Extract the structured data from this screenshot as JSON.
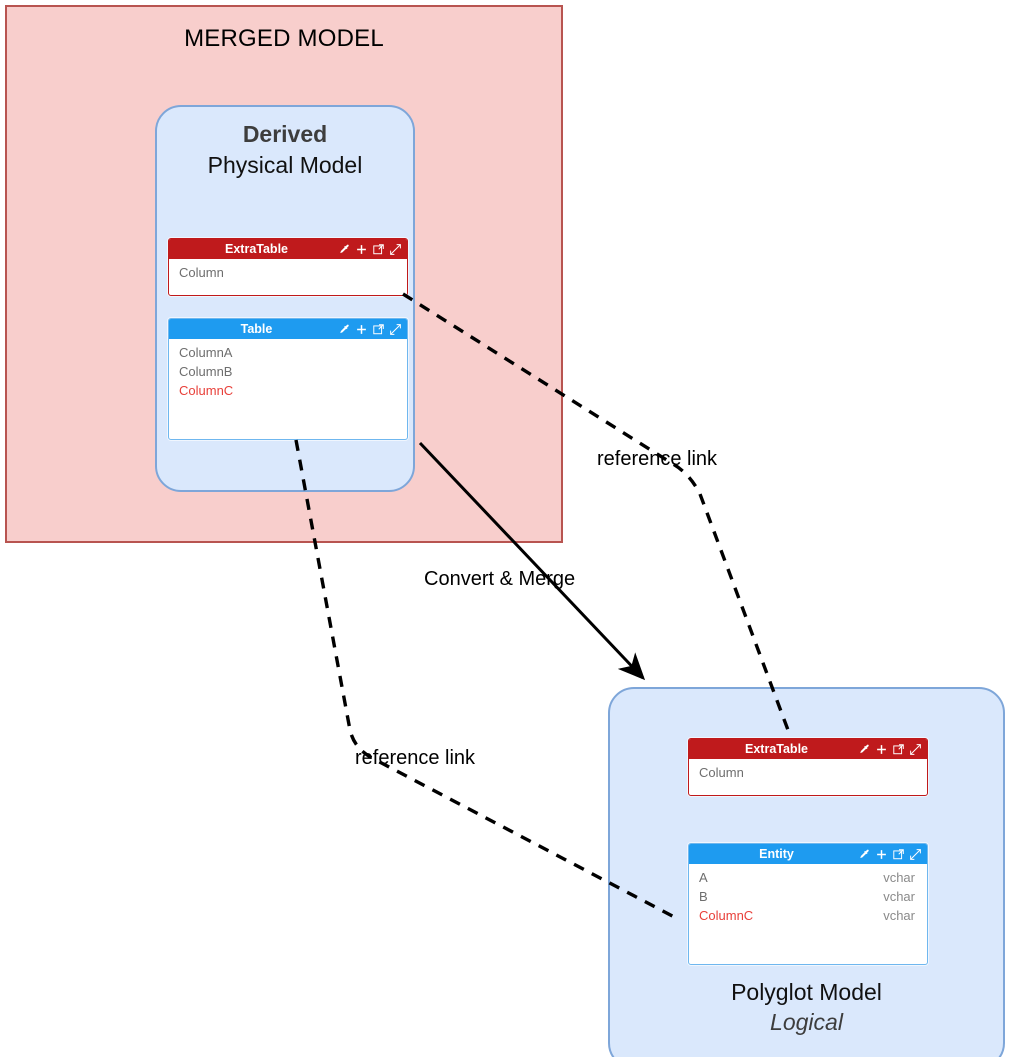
{
  "diagram": {
    "title": "Merged model / Polyglot model conversion diagram",
    "colors": {
      "merged_fill": "#f8cecc",
      "merged_stroke": "#b85450",
      "model_fill": "#dae8fc",
      "model_stroke": "#7ea6d9",
      "table_header_blue": "#1e9bf0",
      "table_header_red": "#bf1a1c",
      "highlight_red": "#e8403a",
      "text_gray": "#6e6e6e"
    }
  },
  "merged_model": {
    "title": "MERGED MODEL"
  },
  "derived_model": {
    "title_line1": "Derived",
    "title_line2": "Physical Model",
    "cards": [
      {
        "name": "ExtraTable",
        "accent": "red",
        "rows": [
          {
            "name": "Column",
            "type": "",
            "highlight": false
          }
        ]
      },
      {
        "name": "Table",
        "accent": "blue",
        "rows": [
          {
            "name": "ColumnA",
            "type": "",
            "highlight": false
          },
          {
            "name": "ColumnB",
            "type": "",
            "highlight": false
          },
          {
            "name": "ColumnC",
            "type": "",
            "highlight": true
          }
        ]
      }
    ]
  },
  "polyglot_model": {
    "title_line1": "Polyglot Model",
    "title_line2": "Logical",
    "cards": [
      {
        "name": "ExtraTable",
        "accent": "red",
        "rows": [
          {
            "name": "Column",
            "type": "",
            "highlight": false
          }
        ]
      },
      {
        "name": "Entity",
        "accent": "blue",
        "rows": [
          {
            "name": "A",
            "type": "vchar",
            "highlight": false
          },
          {
            "name": "B",
            "type": "vchar",
            "highlight": false
          },
          {
            "name": "ColumnC",
            "type": "vchar",
            "highlight": true
          }
        ]
      }
    ]
  },
  "card_icons": [
    "eyedropper-icon",
    "plus-icon",
    "open-external-icon",
    "expand-diagonal-icon"
  ],
  "edges": [
    {
      "id": "convert-merge",
      "label": "Convert & Merge",
      "style": "solid-arrow"
    },
    {
      "id": "reference-link-extratable",
      "label": "reference link",
      "style": "dashed"
    },
    {
      "id": "reference-link-columnc",
      "label": "reference link",
      "style": "dashed"
    }
  ]
}
